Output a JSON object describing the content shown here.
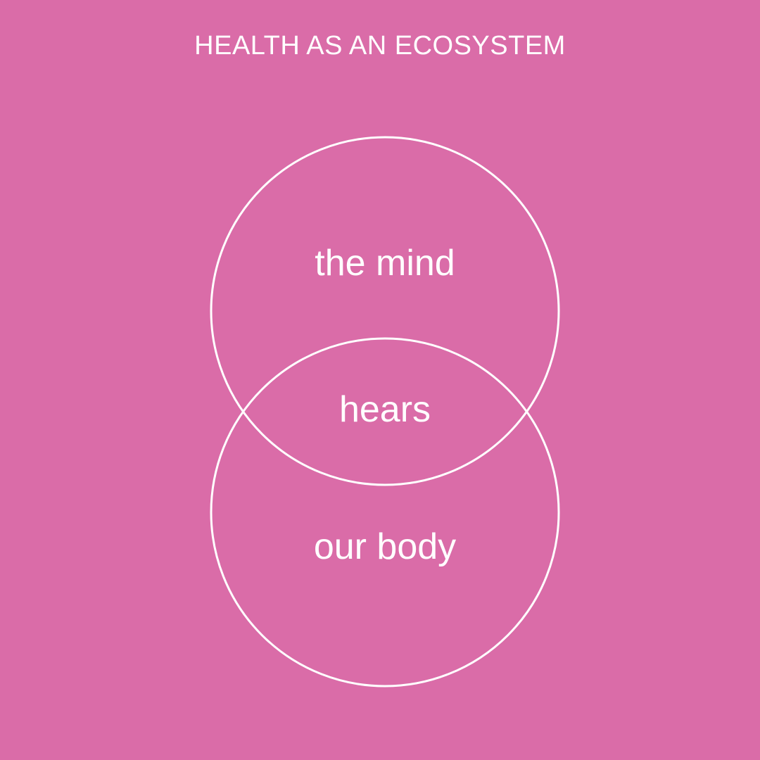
{
  "title": "HEALTH AS AN ECOSYSTEM",
  "diagram": {
    "top_circle_label": "the mind",
    "overlap_label": "hears",
    "bottom_circle_label": "our body"
  },
  "colors": {
    "background": "#DA6CA8",
    "foreground": "#FFFFFF"
  }
}
